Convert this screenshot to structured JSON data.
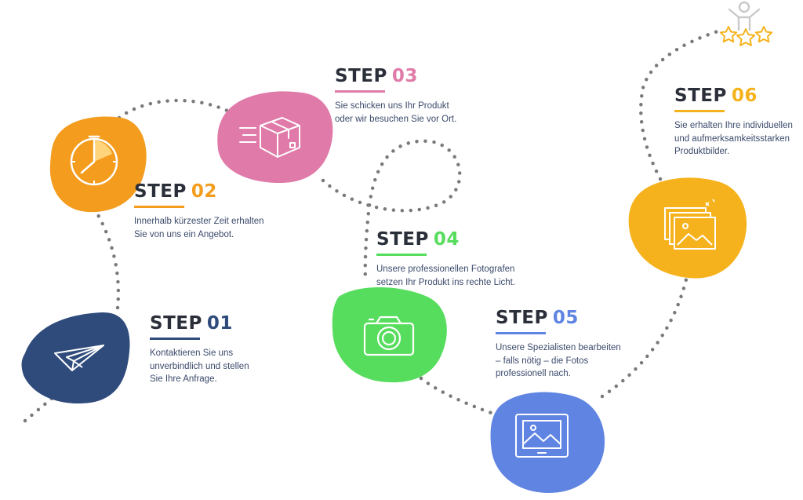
{
  "colors": {
    "dots": "#7a7a7a",
    "title": "#2b2f3a",
    "text": "#3b4a6b",
    "step01": "#2f4b7c",
    "step02": "#f39c1e",
    "step03": "#e07aa8",
    "step04": "#57dd5e",
    "step05": "#5f84e2",
    "step06": "#f6b21c",
    "stars": "#f6b21c",
    "person": "#c9c9c9"
  },
  "steps": [
    {
      "word": "STEP",
      "num": "01",
      "color": "#2f4b7c",
      "icon": "paper-plane-icon",
      "desc": "Kontaktieren Sie uns\nunverbindlich und stellen\nSie Ihre Anfrage."
    },
    {
      "word": "STEP",
      "num": "02",
      "color": "#f39c1e",
      "icon": "clock-icon",
      "desc": "Innerhalb kürzester Zeit erhalten\nSie von uns ein Angebot."
    },
    {
      "word": "STEP",
      "num": "03",
      "color": "#e07aa8",
      "icon": "package-delivery-icon",
      "desc": "Sie schicken uns Ihr Produkt\noder wir besuchen Sie vor Ort."
    },
    {
      "word": "STEP",
      "num": "04",
      "color": "#57dd5e",
      "icon": "camera-icon",
      "desc": "Unsere professionellen Fotografen\nsetzen Ihr Produkt ins rechte Licht."
    },
    {
      "word": "STEP",
      "num": "05",
      "color": "#5f84e2",
      "icon": "monitor-image-icon",
      "desc": "Unsere Spezialisten bearbeiten\n– falls nötig – die Fotos\nprofessionell nach."
    },
    {
      "word": "STEP",
      "num": "06",
      "color": "#f6b21c",
      "icon": "image-gallery-icon",
      "desc": "Sie erhalten Ihre individuellen\nund aufmerksamkeitsstarken\nProduktbilder."
    }
  ],
  "goal_icon": "person-three-stars-icon"
}
